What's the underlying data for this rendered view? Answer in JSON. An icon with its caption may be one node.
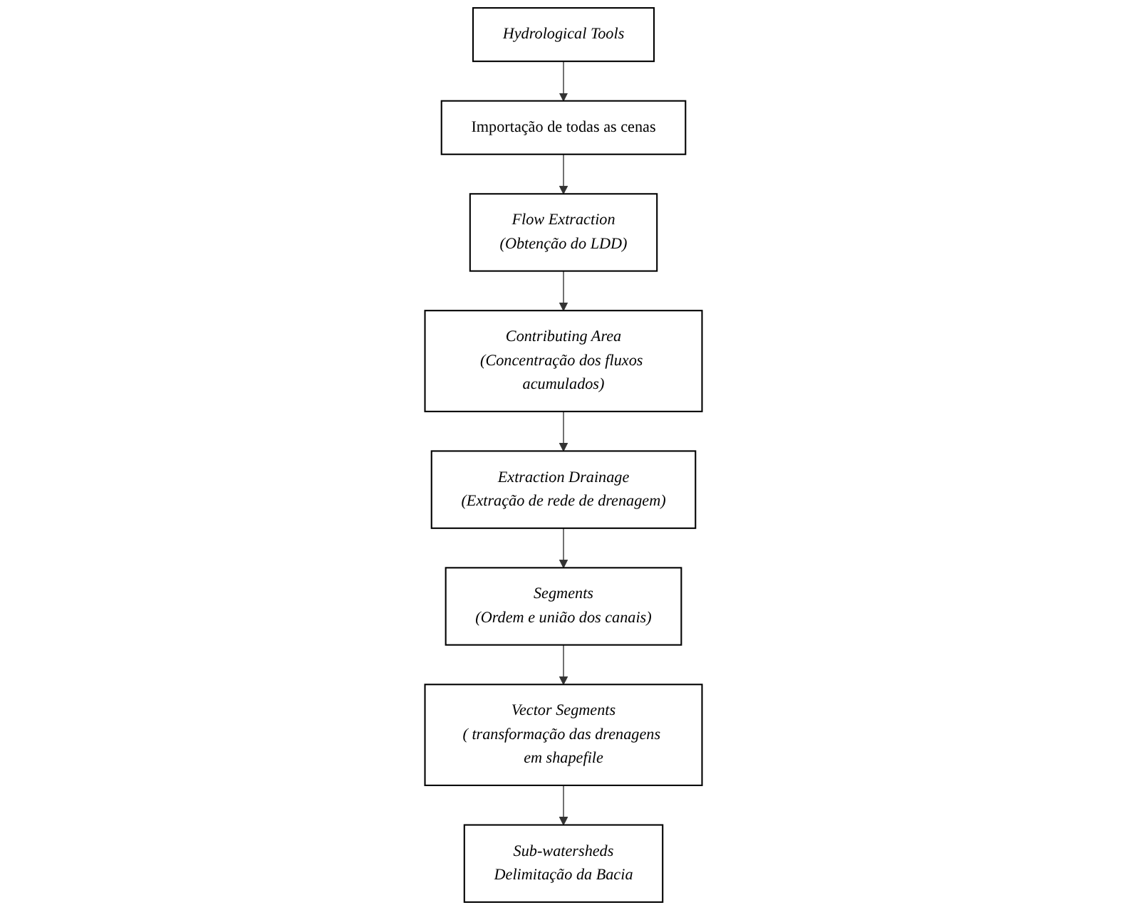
{
  "diagram": {
    "nodes": [
      {
        "text": [
          "Hydrological Tools"
        ]
      },
      {
        "text": [
          "Importação de todas as cenas"
        ]
      },
      {
        "text": [
          "Flow Extraction",
          "(Obtenção do LDD)"
        ]
      },
      {
        "text": [
          "Contributing Area",
          "(Concentração dos fluxos acumulados)"
        ]
      },
      {
        "text": [
          "Extraction Drainage",
          "(Extração de rede de drenagem)"
        ]
      },
      {
        "text": [
          "Segments",
          "(Ordem e união dos canais)"
        ]
      },
      {
        "text": [
          "Vector Segments",
          "( transformação das drenagens em shapefile"
        ]
      },
      {
        "text": [
          "Sub-watersheds",
          "Delimitação da Bacia"
        ]
      }
    ],
    "edges": [
      {
        "from": 0,
        "to": 1,
        "arrow": "to"
      },
      {
        "from": 1,
        "to": 2,
        "arrow": "to"
      },
      {
        "from": 2,
        "to": 3,
        "arrow": "to"
      },
      {
        "from": 3,
        "to": 4,
        "arrow": "to"
      },
      {
        "from": 4,
        "to": 5,
        "arrow": "to"
      },
      {
        "from": 5,
        "to": 6,
        "arrow": "to"
      },
      {
        "from": 6,
        "to": 7,
        "arrow": "to"
      }
    ]
  }
}
